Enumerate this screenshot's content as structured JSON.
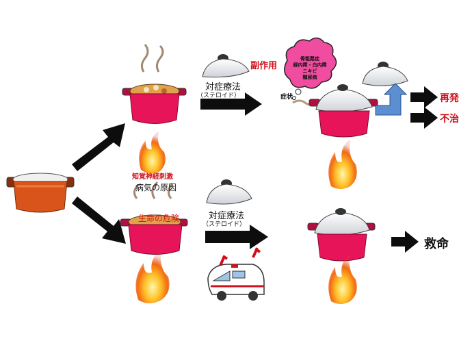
{
  "labels": {
    "top_treatment": "対症療法",
    "top_treatment_sub": "（ステロイド）",
    "side_effect": "副作用",
    "side_effect_bubble": [
      "骨粗鬆症",
      "緑内障・白内障",
      "ニキビ",
      "糖尿病"
    ],
    "symptom": "症状",
    "relapse": "再発",
    "incurable": "不治",
    "perception_nerve": "知覚神経刺激",
    "disease_cause": "病気の原因",
    "life_danger": "生命の危険",
    "bottom_treatment": "対症療法",
    "bottom_treatment_sub": "（ステロイド）",
    "lifesaving": "救命"
  },
  "colors": {
    "pot_red": "#e8145a",
    "pot_orange": "#d9541a",
    "bubble_pink": "#f04ca0",
    "arrow_black": "#0d0d0d",
    "arrow_blue": "#5b8fd0",
    "label_red": "#d0101a"
  }
}
